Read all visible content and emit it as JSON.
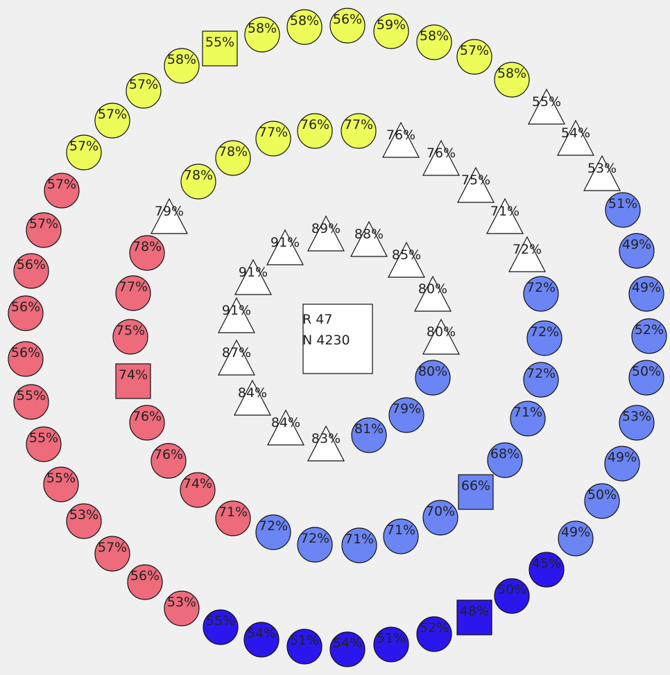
{
  "colors": {
    "background": "#f0f0f0",
    "yellow": "#ecfd59",
    "red": "#ed6b7b",
    "light_blue": "#6b85f5",
    "dark_blue": "#2b17ee",
    "white": "#ffffff",
    "stroke": "#111111"
  },
  "center": {
    "line1": "R 47",
    "line2": "N 4230"
  },
  "rings": [
    {
      "name": "inner",
      "nodes": [
        {
          "label": "89%",
          "shape": "triangle",
          "color": "white"
        },
        {
          "label": "88%",
          "shape": "triangle",
          "color": "white"
        },
        {
          "label": "85%",
          "shape": "triangle",
          "color": "white"
        },
        {
          "label": "80%",
          "shape": "triangle",
          "color": "white"
        },
        {
          "label": "80%",
          "shape": "triangle",
          "color": "white"
        },
        {
          "label": "80%",
          "shape": "circle",
          "color": "light_blue"
        },
        {
          "label": "79%",
          "shape": "circle",
          "color": "light_blue"
        },
        {
          "label": "81%",
          "shape": "circle",
          "color": "light_blue"
        },
        {
          "label": "83%",
          "shape": "triangle",
          "color": "white"
        },
        {
          "label": "84%",
          "shape": "triangle",
          "color": "white"
        },
        {
          "label": "84%",
          "shape": "triangle",
          "color": "white"
        },
        {
          "label": "87%",
          "shape": "triangle",
          "color": "white"
        },
        {
          "label": "91%",
          "shape": "triangle",
          "color": "white"
        },
        {
          "label": "91%",
          "shape": "triangle",
          "color": "white"
        },
        {
          "label": "91%",
          "shape": "triangle",
          "color": "white"
        }
      ]
    },
    {
      "name": "middle",
      "nodes": [
        {
          "label": "77%",
          "shape": "circle",
          "color": "yellow"
        },
        {
          "label": "76%",
          "shape": "triangle",
          "color": "white"
        },
        {
          "label": "76%",
          "shape": "triangle",
          "color": "white"
        },
        {
          "label": "75%",
          "shape": "triangle",
          "color": "white"
        },
        {
          "label": "71%",
          "shape": "triangle",
          "color": "white"
        },
        {
          "label": "72%",
          "shape": "triangle",
          "color": "white"
        },
        {
          "label": "72%",
          "shape": "circle",
          "color": "light_blue"
        },
        {
          "label": "72%",
          "shape": "circle",
          "color": "light_blue"
        },
        {
          "label": "72%",
          "shape": "circle",
          "color": "light_blue"
        },
        {
          "label": "71%",
          "shape": "circle",
          "color": "light_blue"
        },
        {
          "label": "68%",
          "shape": "circle",
          "color": "light_blue"
        },
        {
          "label": "66%",
          "shape": "square",
          "color": "light_blue"
        },
        {
          "label": "70%",
          "shape": "circle",
          "color": "light_blue"
        },
        {
          "label": "71%",
          "shape": "circle",
          "color": "light_blue"
        },
        {
          "label": "71%",
          "shape": "circle",
          "color": "light_blue"
        },
        {
          "label": "72%",
          "shape": "circle",
          "color": "light_blue"
        },
        {
          "label": "72%",
          "shape": "circle",
          "color": "light_blue"
        },
        {
          "label": "71%",
          "shape": "circle",
          "color": "red"
        },
        {
          "label": "74%",
          "shape": "circle",
          "color": "red"
        },
        {
          "label": "76%",
          "shape": "circle",
          "color": "red"
        },
        {
          "label": "76%",
          "shape": "circle",
          "color": "red"
        },
        {
          "label": "74%",
          "shape": "square",
          "color": "red"
        },
        {
          "label": "75%",
          "shape": "circle",
          "color": "red"
        },
        {
          "label": "77%",
          "shape": "circle",
          "color": "red"
        },
        {
          "label": "78%",
          "shape": "circle",
          "color": "red"
        },
        {
          "label": "79%",
          "shape": "triangle",
          "color": "white"
        },
        {
          "label": "78%",
          "shape": "circle",
          "color": "yellow"
        },
        {
          "label": "78%",
          "shape": "circle",
          "color": "yellow"
        },
        {
          "label": "77%",
          "shape": "circle",
          "color": "yellow"
        },
        {
          "label": "76%",
          "shape": "circle",
          "color": "yellow"
        }
      ]
    },
    {
      "name": "outer",
      "nodes": [
        {
          "label": "56%",
          "shape": "circle",
          "color": "yellow"
        },
        {
          "label": "59%",
          "shape": "circle",
          "color": "yellow"
        },
        {
          "label": "58%",
          "shape": "circle",
          "color": "yellow"
        },
        {
          "label": "57%",
          "shape": "circle",
          "color": "yellow"
        },
        {
          "label": "58%",
          "shape": "circle",
          "color": "yellow"
        },
        {
          "label": "55%",
          "shape": "triangle",
          "color": "white"
        },
        {
          "label": "54%",
          "shape": "triangle",
          "color": "white"
        },
        {
          "label": "53%",
          "shape": "triangle",
          "color": "white"
        },
        {
          "label": "51%",
          "shape": "circle",
          "color": "light_blue"
        },
        {
          "label": "49%",
          "shape": "circle",
          "color": "light_blue"
        },
        {
          "label": "49%",
          "shape": "circle",
          "color": "light_blue"
        },
        {
          "label": "52%",
          "shape": "circle",
          "color": "light_blue"
        },
        {
          "label": "50%",
          "shape": "circle",
          "color": "light_blue"
        },
        {
          "label": "53%",
          "shape": "circle",
          "color": "light_blue"
        },
        {
          "label": "49%",
          "shape": "circle",
          "color": "light_blue"
        },
        {
          "label": "50%",
          "shape": "circle",
          "color": "light_blue"
        },
        {
          "label": "49%",
          "shape": "circle",
          "color": "light_blue"
        },
        {
          "label": "45%",
          "shape": "circle",
          "color": "dark_blue"
        },
        {
          "label": "50%",
          "shape": "circle",
          "color": "dark_blue"
        },
        {
          "label": "48%",
          "shape": "square",
          "color": "dark_blue"
        },
        {
          "label": "52%",
          "shape": "circle",
          "color": "dark_blue"
        },
        {
          "label": "51%",
          "shape": "circle",
          "color": "dark_blue"
        },
        {
          "label": "54%",
          "shape": "circle",
          "color": "dark_blue"
        },
        {
          "label": "51%",
          "shape": "circle",
          "color": "dark_blue"
        },
        {
          "label": "54%",
          "shape": "circle",
          "color": "dark_blue"
        },
        {
          "label": "55%",
          "shape": "circle",
          "color": "dark_blue"
        },
        {
          "label": "53%",
          "shape": "circle",
          "color": "red"
        },
        {
          "label": "56%",
          "shape": "circle",
          "color": "red"
        },
        {
          "label": "57%",
          "shape": "circle",
          "color": "red"
        },
        {
          "label": "53%",
          "shape": "circle",
          "color": "red"
        },
        {
          "label": "55%",
          "shape": "circle",
          "color": "red"
        },
        {
          "label": "55%",
          "shape": "circle",
          "color": "red"
        },
        {
          "label": "55%",
          "shape": "circle",
          "color": "red"
        },
        {
          "label": "56%",
          "shape": "circle",
          "color": "red"
        },
        {
          "label": "56%",
          "shape": "circle",
          "color": "red"
        },
        {
          "label": "56%",
          "shape": "circle",
          "color": "red"
        },
        {
          "label": "57%",
          "shape": "circle",
          "color": "red"
        },
        {
          "label": "57%",
          "shape": "circle",
          "color": "red"
        },
        {
          "label": "57%",
          "shape": "circle",
          "color": "yellow"
        },
        {
          "label": "57%",
          "shape": "circle",
          "color": "yellow"
        },
        {
          "label": "57%",
          "shape": "circle",
          "color": "yellow"
        },
        {
          "label": "58%",
          "shape": "circle",
          "color": "yellow"
        },
        {
          "label": "55%",
          "shape": "square",
          "color": "yellow"
        },
        {
          "label": "58%",
          "shape": "circle",
          "color": "yellow"
        },
        {
          "label": "58%",
          "shape": "circle",
          "color": "yellow"
        }
      ]
    }
  ]
}
